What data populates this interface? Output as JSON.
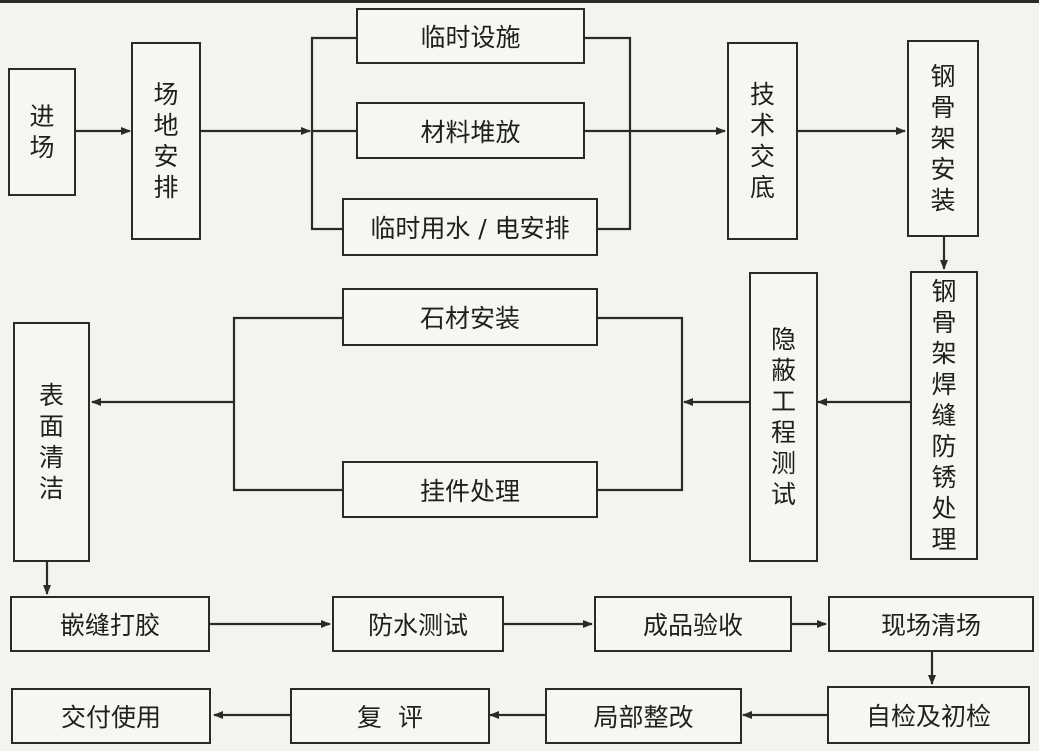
{
  "nodes": {
    "jinchang": "进场",
    "changdi": "场地安排",
    "linshi_sheshi": "临时设施",
    "cailiao": "材料堆放",
    "shuidian": "临时用水 / 电安排",
    "jishu": "技术交底",
    "gangguja_anzhuang": "钢骨架安装",
    "fangxiu": "钢骨架焊缝防锈处理",
    "yinbi": "隐蔽工程测试",
    "shicai": "石材安装",
    "guajian": "挂件处理",
    "biaomian": "表面清洁",
    "qianfeng": "嵌缝打胶",
    "fangshui": "防水测试",
    "chengpin": "成品验收",
    "xianchang": "现场清场",
    "zijian": "自检及初检",
    "jubu": "局部整改",
    "fuping": "复  评",
    "jiaofu": "交付使用"
  },
  "colors": {
    "line": "#2a2a2a",
    "box_fill": "#f7f6f2",
    "text": "#1f1f1f"
  }
}
